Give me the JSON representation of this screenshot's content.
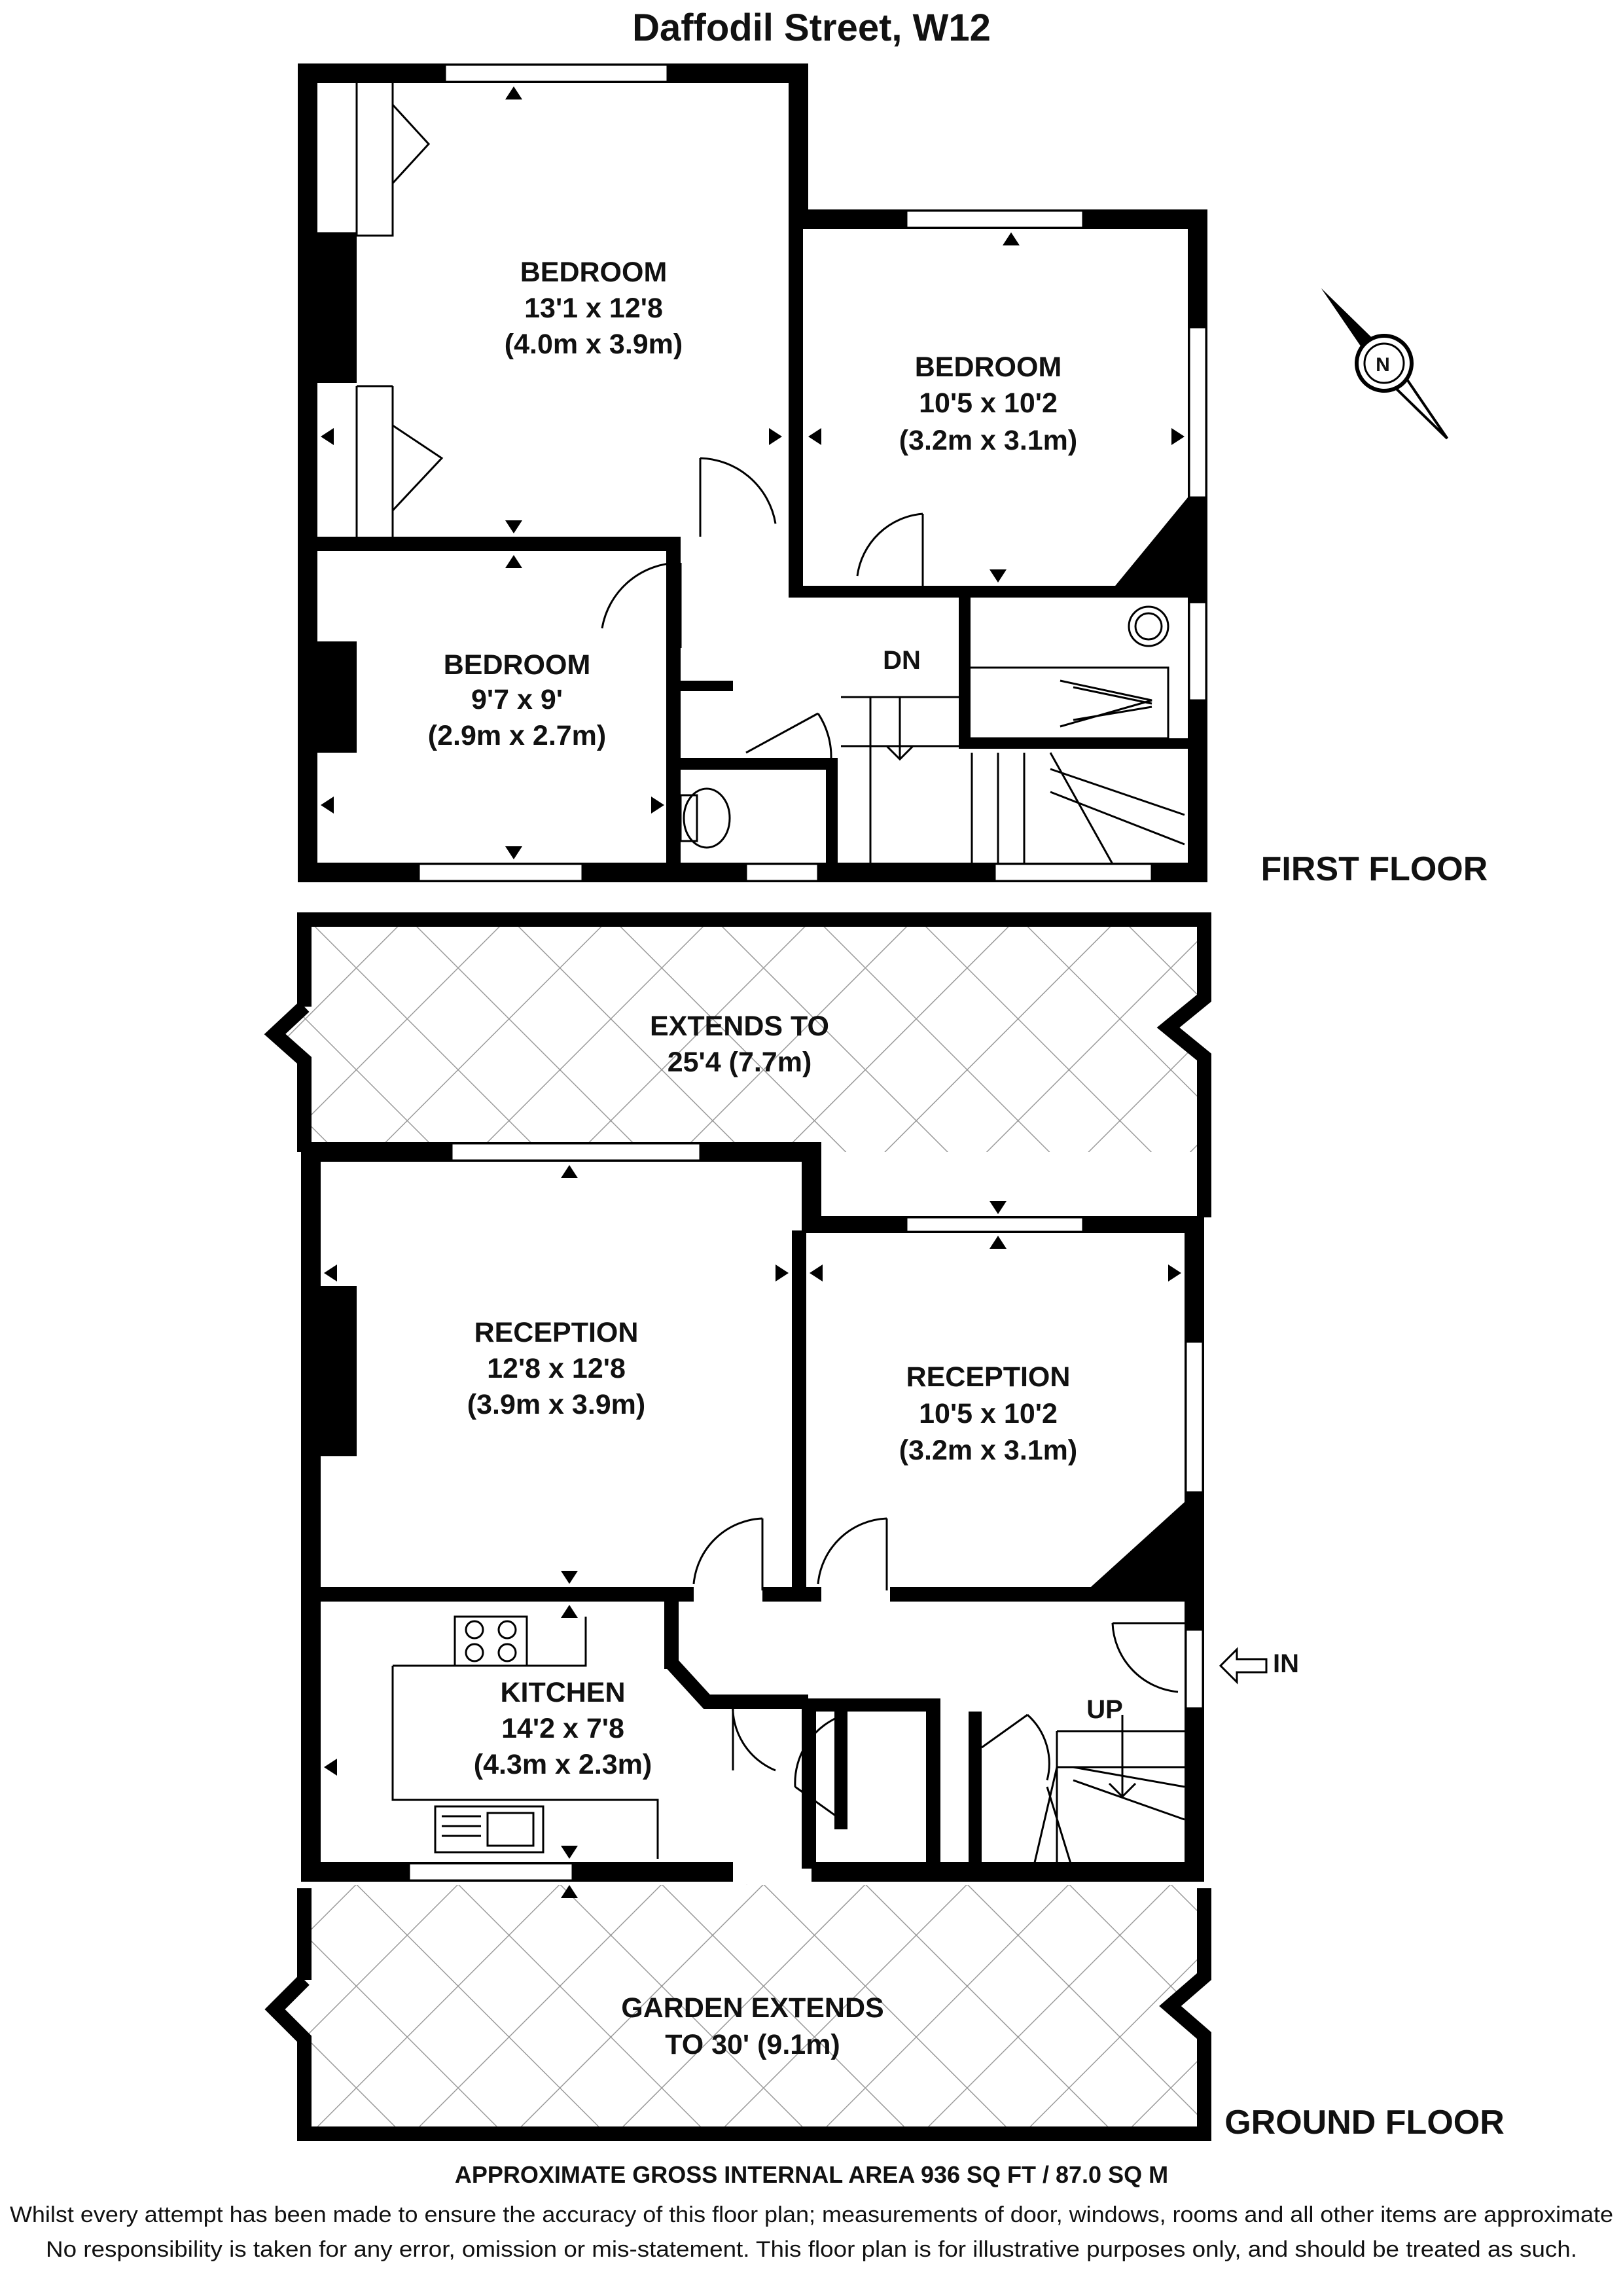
{
  "title": "Daffodil Street, W12",
  "compass": {
    "icon": "north-compass-icon",
    "label": "N"
  },
  "first_floor": {
    "label": "FIRST FLOOR",
    "rooms": [
      {
        "name": "BEDROOM",
        "imperial": "13'1 x 12'8",
        "metric": "(4.0m x 3.9m)"
      },
      {
        "name": "BEDROOM",
        "imperial": "10'5 x 10'2",
        "metric": "(3.2m x 3.1m)"
      },
      {
        "name": "BEDROOM",
        "imperial": "9'7 x 9'",
        "metric": "(2.9m x 2.7m)"
      }
    ],
    "stairs_label": "DN"
  },
  "ground_floor": {
    "label": "GROUND FLOOR",
    "rooms": [
      {
        "name": "RECEPTION",
        "imperial": "12'8 x 12'8",
        "metric": "(3.9m x 3.9m)"
      },
      {
        "name": "RECEPTION",
        "imperial": "10'5 x 10'2",
        "metric": "(3.2m x 3.1m)"
      },
      {
        "name": "KITCHEN",
        "imperial": "14'2 x 7'8",
        "metric": "(4.3m x 2.3m)"
      }
    ],
    "stairs_label": "UP",
    "entrance_label": "IN",
    "front_area": {
      "line1": "EXTENDS TO",
      "line2": "25'4 (7.7m)"
    },
    "garden": {
      "line1": "GARDEN EXTENDS",
      "line2": "TO 30' (9.1m)"
    }
  },
  "area_summary": "APPROXIMATE GROSS INTERNAL AREA 936 SQ FT / 87.0 SQ M",
  "disclaimer": {
    "line1": "Whilst every attempt has been made to ensure the accuracy of this floor plan; measurements of door, windows, rooms and all other items are approximate",
    "line2": "No responsibility is taken for any error, omission or mis-statement. This floor plan is for illustrative purposes only, and should be treated as such."
  }
}
